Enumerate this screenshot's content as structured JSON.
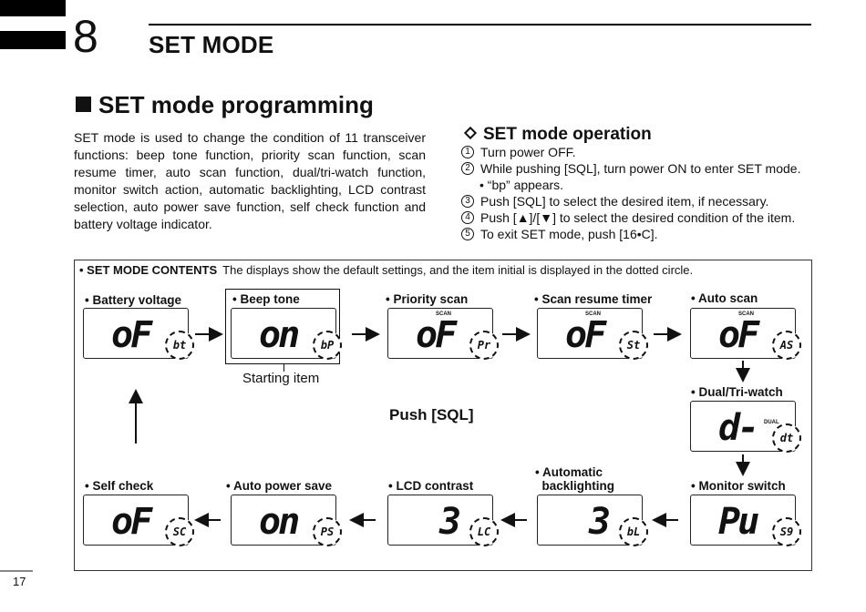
{
  "header": {
    "chapter_number": "8",
    "chapter_title": "SET MODE"
  },
  "section": {
    "title": "SET mode programming",
    "intro": "SET mode is used to change the condition of 11 transceiver functions: beep tone function, priority scan function, scan resume timer, auto scan function, dual/tri-watch function, monitor switch action, automatic backlighting, LCD contrast selection, auto power save function, self check function and battery voltage indicator."
  },
  "operation": {
    "title": "SET mode operation",
    "steps": [
      {
        "num": "1",
        "text": "Turn power OFF."
      },
      {
        "num": "2",
        "text": "While pushing [SQL], turn power ON to enter SET mode."
      },
      {
        "num": "",
        "text": "• “bp” appears."
      },
      {
        "num": "3",
        "text": "Push [SQL] to select the desired item, if necessary."
      },
      {
        "num": "4",
        "text": "Push [▲]/[▼] to select the desired condition of the item."
      },
      {
        "num": "5",
        "text": "To exit SET mode, push [16•C]."
      }
    ]
  },
  "contents": {
    "heading": "• SET MODE CONTENTS",
    "note": "The displays show the default settings, and the item initial is displayed in the dotted circle.",
    "starting_item": "Starting item",
    "push_label": "Push [SQL]",
    "items": [
      {
        "label": "• Battery voltage",
        "value": "oF",
        "initial": "bt",
        "tag": ""
      },
      {
        "label": "• Beep tone",
        "value": "on",
        "initial": "bP",
        "tag": ""
      },
      {
        "label": "• Priority scan",
        "value": "oF",
        "initial": "Pr",
        "tag": "SCAN"
      },
      {
        "label": "• Scan resume timer",
        "value": "oF",
        "initial": "St",
        "tag": "SCAN"
      },
      {
        "label": "• Auto scan",
        "value": "oF",
        "initial": "AS",
        "tag": "SCAN"
      },
      {
        "label": "• Dual/Tri-watch",
        "value": "d-",
        "initial": "dt",
        "tag": "DUAL"
      },
      {
        "label": "• Monitor switch",
        "value": "Pu",
        "initial": "S9",
        "tag": ""
      },
      {
        "label": "• Automatic\n  backlighting",
        "value": "3",
        "initial": "bL",
        "tag": ""
      },
      {
        "label": "• LCD contrast",
        "value": "3",
        "initial": "LC",
        "tag": ""
      },
      {
        "label": "• Auto power save",
        "value": "on",
        "initial": "PS",
        "tag": ""
      },
      {
        "label": "• Self check",
        "value": "oF",
        "initial": "SC",
        "tag": ""
      }
    ]
  },
  "footer": {
    "page_number": "17"
  }
}
